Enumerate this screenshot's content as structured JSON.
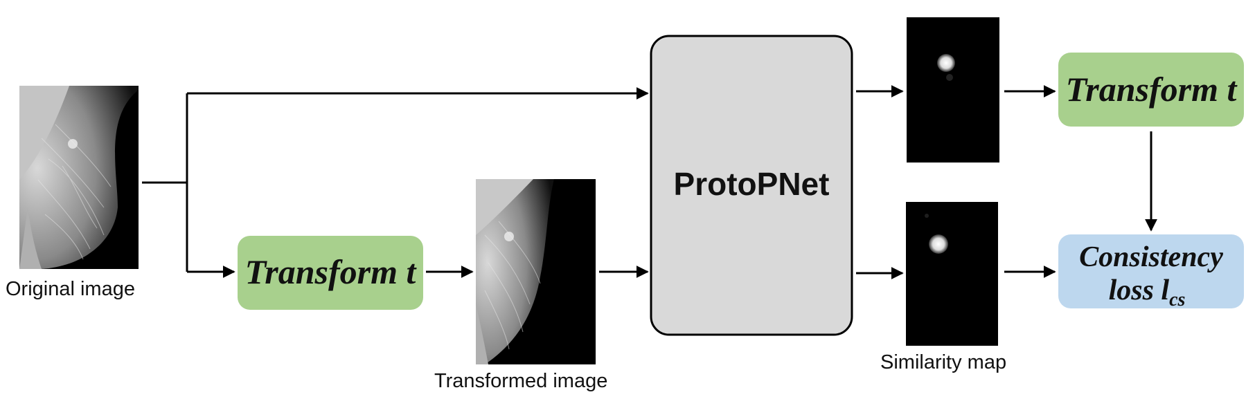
{
  "captions": {
    "original": "Original image",
    "transformed": "Transformed  image",
    "similarity": "Similarity map"
  },
  "boxes": {
    "transform_bottom": {
      "text": "Transform t"
    },
    "transform_top": {
      "text": "Transform t"
    },
    "protopnet": {
      "text": "ProtoPNet"
    },
    "consistency": {
      "line1": "Consistency",
      "line2_main": "loss l",
      "line2_sub": "cs"
    }
  },
  "colors": {
    "transform_fill": "#a8d08d",
    "consistency_fill": "#bdd7ee",
    "protopnet_fill": "#d9d9d9",
    "line": "#000000",
    "image_bg": "#000000"
  }
}
